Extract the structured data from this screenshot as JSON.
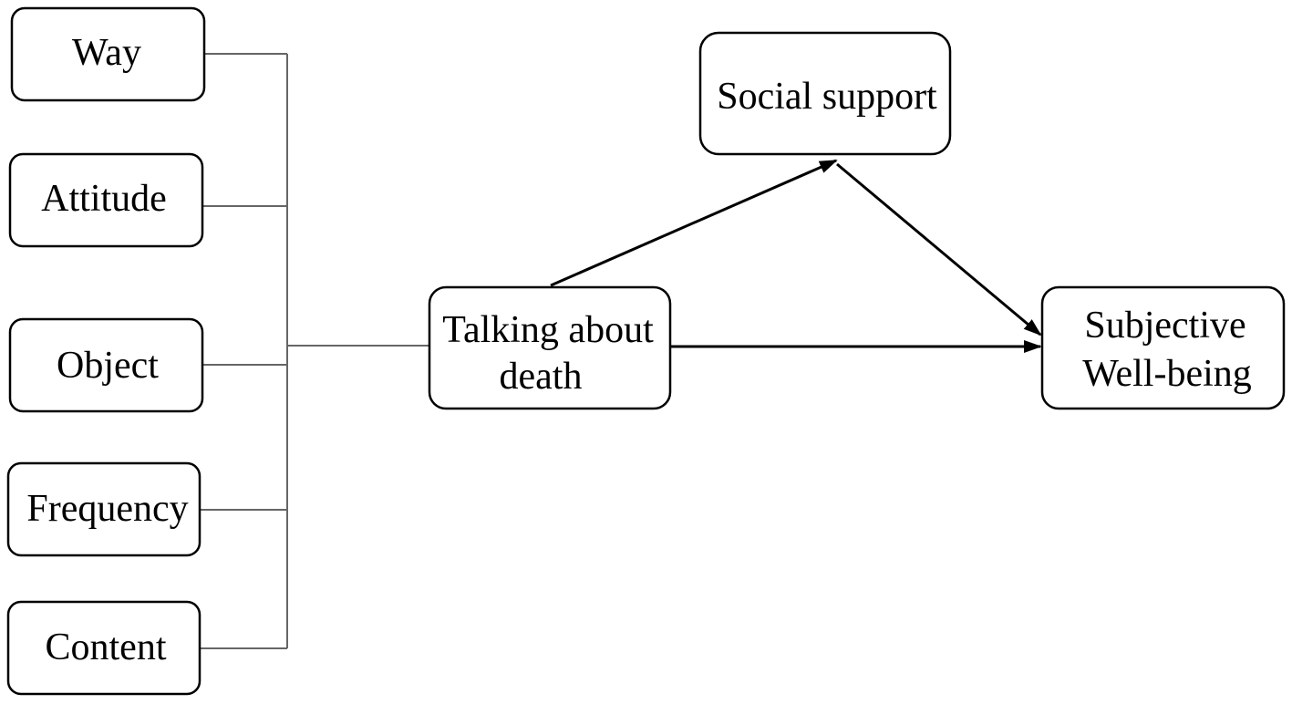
{
  "diagram": {
    "dimensions": [
      {
        "id": "way",
        "label": "Way"
      },
      {
        "id": "attitude",
        "label": "Attitude"
      },
      {
        "id": "object",
        "label": "Object"
      },
      {
        "id": "frequency",
        "label": "Frequency"
      },
      {
        "id": "content",
        "label": "Content"
      }
    ],
    "center": {
      "line1": "Talking about",
      "line2": "death"
    },
    "mediator": {
      "label": "Social support"
    },
    "outcome": {
      "line1": "Subjective",
      "line2": "Well-being"
    }
  },
  "colors": {
    "box_stroke": "#000000",
    "connector": "#666666",
    "arrow": "#000000",
    "background": "#ffffff"
  }
}
